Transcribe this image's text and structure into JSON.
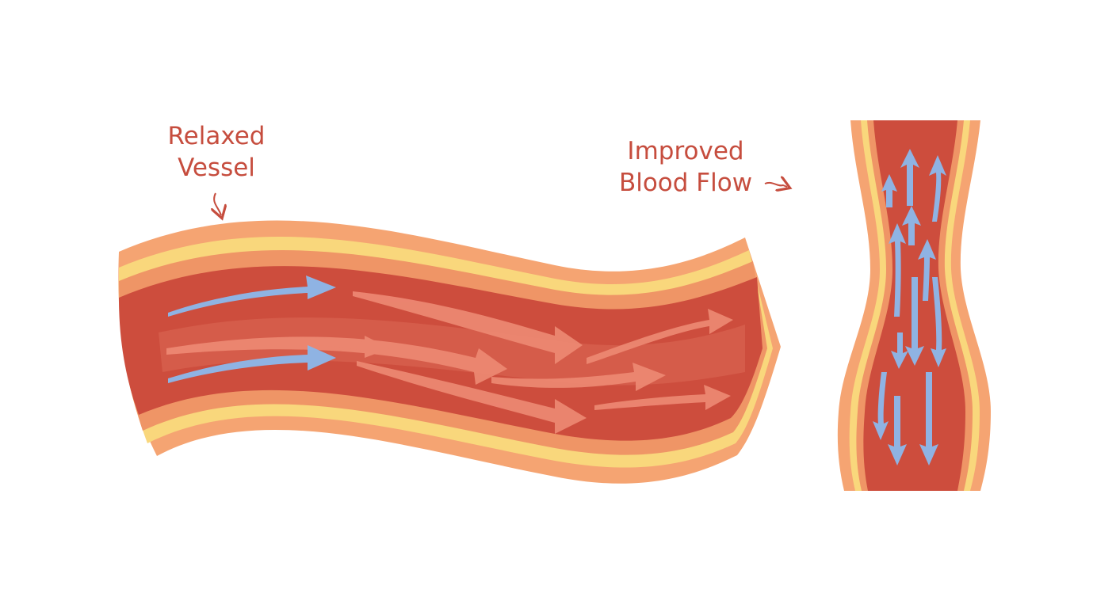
{
  "labels": {
    "relaxed_line1": "Relaxed",
    "relaxed_line2": "Vessel",
    "improved_line1": "Improved",
    "improved_line2": "Blood Flow"
  },
  "colors": {
    "label_text": "#c64d3e",
    "vessel_outer": "#f5a472",
    "vessel_fat": "#f9d77c",
    "vessel_wall": "#ef9566",
    "lumen": "#cd4d3d",
    "flow_arrow_blue": "#8fb3e3",
    "flow_arrow_pink": "#ee8a74"
  },
  "icons": [
    "curved-arrow-icon",
    "squiggle-arrow-icon",
    "flow-arrow-icon"
  ]
}
